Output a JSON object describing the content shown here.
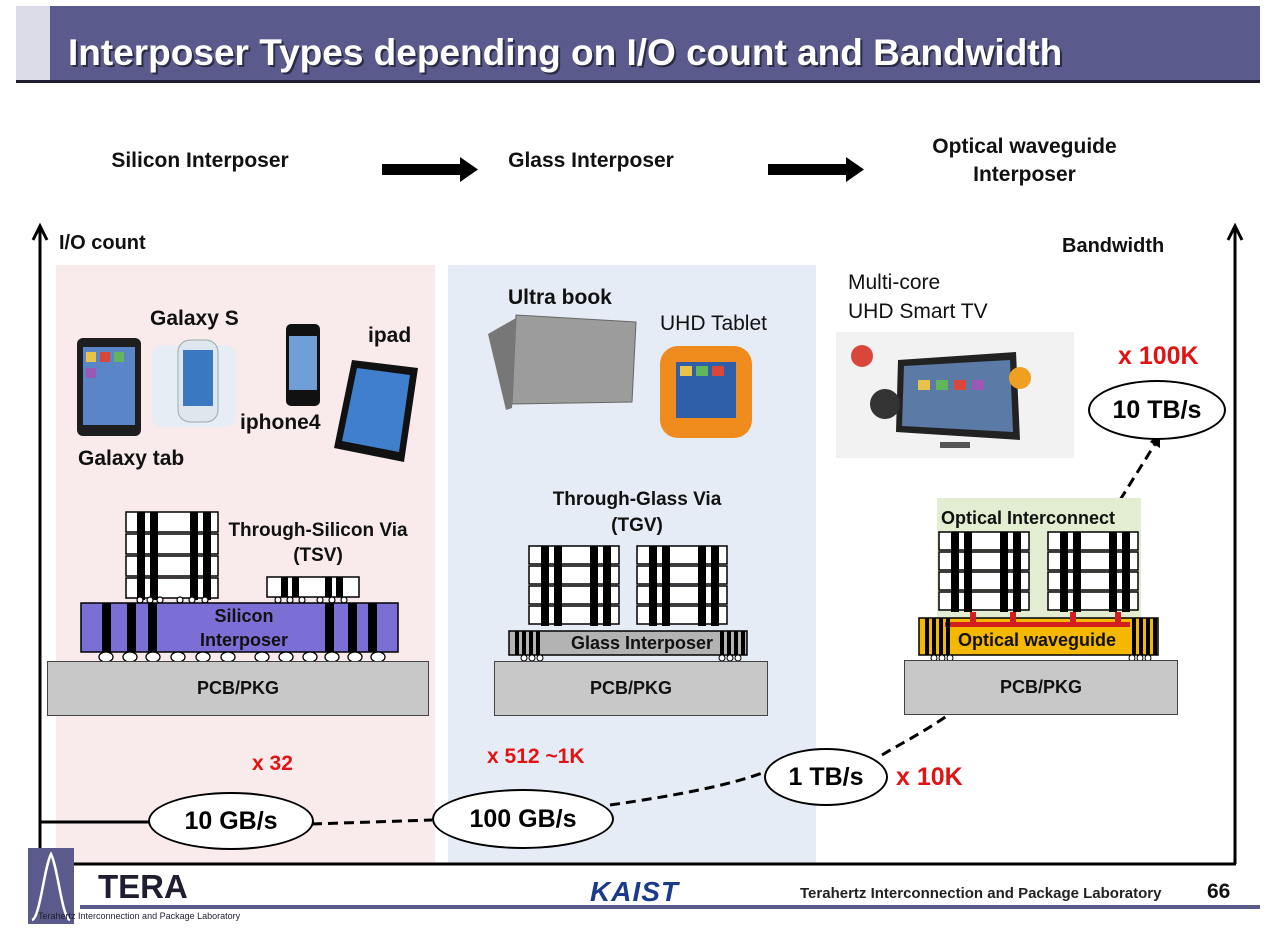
{
  "title": "Interposer Types depending on I/O count and Bandwidth",
  "headers": {
    "silicon": "Silicon Interposer",
    "glass": "Glass Interposer",
    "optical": "Optical waveguide Interposer"
  },
  "axes": {
    "io_count": "I/O count",
    "bandwidth": "Bandwidth"
  },
  "devices": {
    "galaxy_s": "Galaxy S",
    "ipad": "ipad",
    "iphone4": "iphone4",
    "galaxy_tab": "Galaxy tab",
    "ultra_book": "Ultra book",
    "uhd_tablet": "UHD Tablet",
    "tv_line1": "Multi-core",
    "tv_line2": "UHD Smart TV"
  },
  "structures": {
    "tsv": "Through-Silicon Via (TSV)",
    "silicon_interposer": "Silicon Interposer",
    "tgv": "Through-Glass Via (TGV)",
    "glass_interposer": "Glass Interposer",
    "optical_interconnect": "Optical Interconnect",
    "optical_waveguide": "Optical waveguide",
    "pcb": "PCB/PKG"
  },
  "bandwidths": {
    "b1": "10 GB/s",
    "b2": "100 GB/s",
    "b3": "1 TB/s",
    "b4": "10 TB/s"
  },
  "multipliers": {
    "m1": "x 32",
    "m2": "x 512 ~1K",
    "m3": "x 10K",
    "m4": "x 100K"
  },
  "footer": {
    "lab": "Terahertz Interconnection and Package Laboratory",
    "page": "66",
    "logo": "TERA",
    "logo_sub": "Terahertz Interconnection and Package Laboratory",
    "kaist": "KAIST"
  },
  "colors": {
    "title_bar": "#5a5a8c",
    "silicon_interposer": "#7b6fd6",
    "optical_waveguide": "#f5b800",
    "optical_interconnect_bg": "#e2edd2",
    "highlight_red": "#e01414",
    "panel_pink": "#f9ebeb",
    "panel_blue": "#e5ecf6"
  }
}
